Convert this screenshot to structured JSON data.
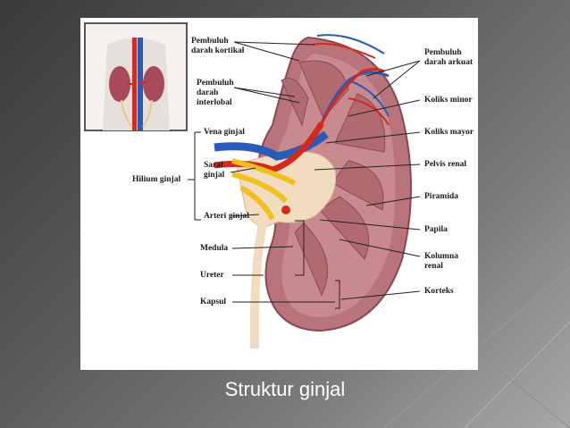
{
  "caption": "Struktur ginjal",
  "labels": {
    "pembuluh_kortikal": [
      "Pembuluh",
      "darah kortikal"
    ],
    "pembuluh_interlobal": [
      "Pembuluh",
      "darah",
      "interlobal"
    ],
    "vena_ginjal": "Vena ginjal",
    "saraf_ginjal": [
      "Saraf",
      "ginjal"
    ],
    "arteri_ginjal": "Arteri ginjal",
    "hilium_ginjal": "Hilium ginjal",
    "medula": "Medula",
    "ureter": "Ureter",
    "kapsul": "Kapsul",
    "pembuluh_arkuat": [
      "Pembuluh",
      "darah arkuat"
    ],
    "koliks_minor": "Koliks minor",
    "koliks_mayor": "Koliks mayor",
    "pelvis_renal": "Pelvis renal",
    "piramida": "Piramida",
    "papila": "Papila",
    "kolumna_renal": [
      "Kolumna",
      "renal"
    ],
    "korteks": "Korteks"
  },
  "colors": {
    "cortex": "#b8747a",
    "medulla": "#c88a8e",
    "artery": "#d42a1e",
    "vein": "#2a5bb8",
    "nerve": "#f0c020",
    "ureter": "#f2dcc0"
  }
}
